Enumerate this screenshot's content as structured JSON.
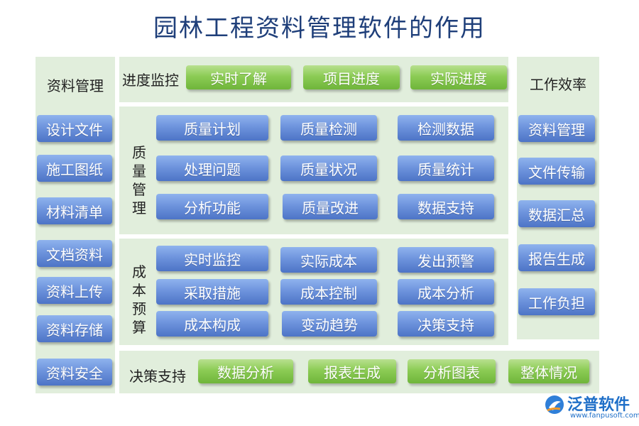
{
  "title": "园林工程资料管理软件的作用",
  "left": {
    "heading": "资料管理",
    "items": [
      "设计文件",
      "施工图纸",
      "材料清单",
      "文档资料",
      "资料上传",
      "资料存储",
      "资料安全"
    ]
  },
  "progress": {
    "label": "进度监控",
    "items": [
      "实时了解",
      "项目进度",
      "实际进度"
    ]
  },
  "quality": {
    "label": "质量管理",
    "items": [
      "质量计划",
      "质量检测",
      "检测数据",
      "处理问题",
      "质量状况",
      "质量统计",
      "分析功能",
      "质量改进",
      "数据支持"
    ]
  },
  "cost": {
    "label": "成本预算",
    "items": [
      "实时监控",
      "实际成本",
      "发出预警",
      "采取措施",
      "成本控制",
      "成本分析",
      "成本构成",
      "变动趋势",
      "决策支持"
    ]
  },
  "decision": {
    "label": "决策支持",
    "items": [
      "数据分析",
      "报表生成",
      "分析图表",
      "整体情况"
    ]
  },
  "right": {
    "heading": "工作效率",
    "items": [
      "资料管理",
      "文件传输",
      "数据汇总",
      "报告生成",
      "工作负担"
    ]
  },
  "logo": {
    "name": "泛普软件",
    "url": "www.fanpusoft.com"
  },
  "colors": {
    "panel": "#e1eedc",
    "blue_button": "#6e94dd",
    "green_button": "#8ccc55",
    "title": "#1f3f7a"
  }
}
